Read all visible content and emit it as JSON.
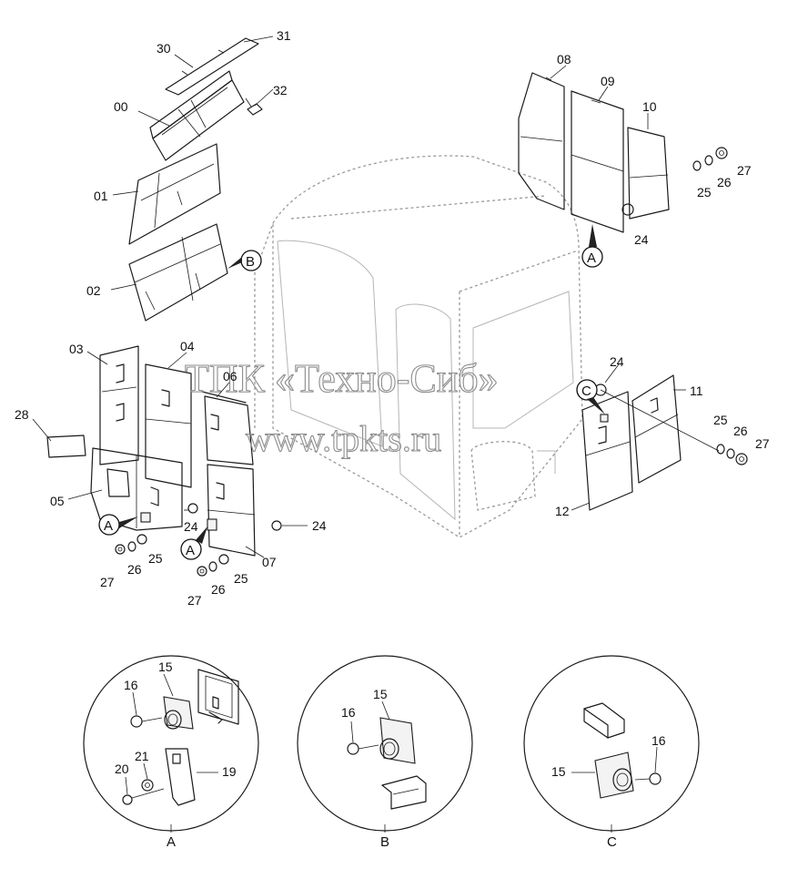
{
  "watermark": {
    "line1": "ТПК «Техно-Сиб»",
    "line2": "www.tpkts.ru"
  },
  "part_labels": {
    "p30": "30",
    "p31": "31",
    "p00": "00",
    "p32": "32",
    "p01": "01",
    "p02": "02",
    "p03": "03",
    "p04": "04",
    "p05": "05",
    "p06": "06",
    "p07": "07",
    "p28": "28",
    "p08": "08",
    "p09": "09",
    "p10": "10",
    "p11": "11",
    "p12": "12",
    "p24a": "24",
    "p24b": "24",
    "p24c": "24",
    "p24d": "24",
    "p25a": "25",
    "p25b": "25",
    "p25c": "25",
    "p25d": "25",
    "p26a": "26",
    "p26b": "26",
    "p26c": "26",
    "p26d": "26",
    "p27a": "27",
    "p27b": "27",
    "p27c": "27",
    "p27d": "27"
  },
  "callouts": {
    "cA1": "A",
    "cA2": "A",
    "cA3": "A",
    "cB": "B",
    "cC": "C"
  },
  "detail_views": {
    "A": {
      "title": "A",
      "labels": {
        "l15": "15",
        "l16": "16",
        "l19": "19",
        "l20": "20",
        "l21": "21"
      }
    },
    "B": {
      "title": "B",
      "labels": {
        "l15": "15",
        "l16": "16"
      }
    },
    "C": {
      "title": "C",
      "labels": {
        "l15": "15",
        "l16": "16"
      }
    }
  }
}
